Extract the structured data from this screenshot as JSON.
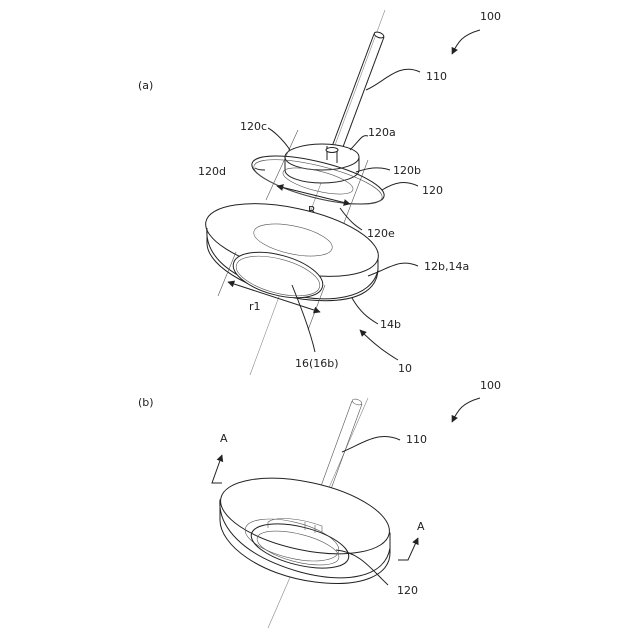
{
  "figure_a": {
    "panel_label": "(a)",
    "labels": {
      "ref_100": "100",
      "ref_110": "110",
      "ref_120a": "120a",
      "ref_120b": "120b",
      "ref_120c": "120c",
      "ref_120d": "120d",
      "ref_120": "120",
      "ref_120e": "120e",
      "dim_R": "R",
      "ref_12b_14a": "12b,14a",
      "dim_r1": "r1",
      "ref_14b": "14b",
      "ref_16": "16(16b)",
      "ref_10": "10"
    }
  },
  "figure_b": {
    "panel_label": "(b)",
    "labels": {
      "ref_100": "100",
      "ref_110": "110",
      "section_A_left": "A",
      "section_A_right": "A",
      "ref_120": "120"
    }
  }
}
